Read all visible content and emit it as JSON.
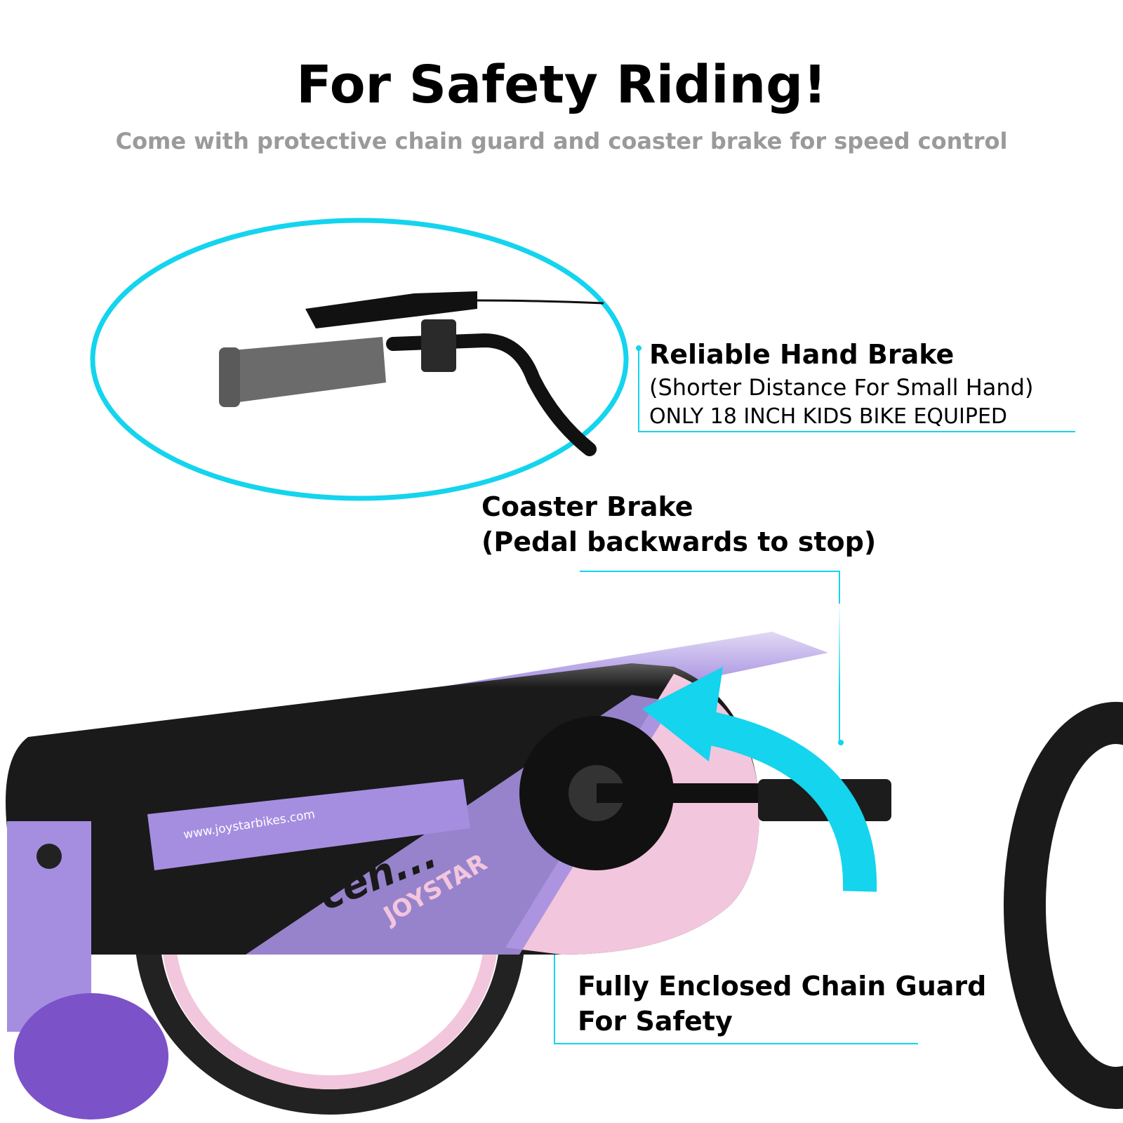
{
  "header": {
    "title": "For Safety Riding!",
    "subtitle": "Come with protective chain guard and coaster brake for speed control"
  },
  "callouts": {
    "hand_brake": {
      "title": "Reliable Hand Brake",
      "line1": "(Shorter Distance For Small Hand)",
      "line2": "ONLY 18 INCH KIDS BIKE EQUIPED"
    },
    "coaster_brake": {
      "title": "Coaster Brake",
      "line1": "(Pedal backwards to stop)"
    },
    "chain_guard": {
      "title": "Fully Enclosed Chain Guard",
      "line1": "For Safety"
    }
  },
  "product": {
    "frame_url_print": "www.joystarbikes.com",
    "brand_print": "JOYSTAR",
    "model_print": "cen..."
  },
  "colors": {
    "accent": "#14d4ee",
    "frame": "#a58ee0",
    "guard": "#1a1a1a",
    "pink": "#f2c6dc"
  },
  "icons": {
    "arrow": "curved-arrow-icon"
  }
}
